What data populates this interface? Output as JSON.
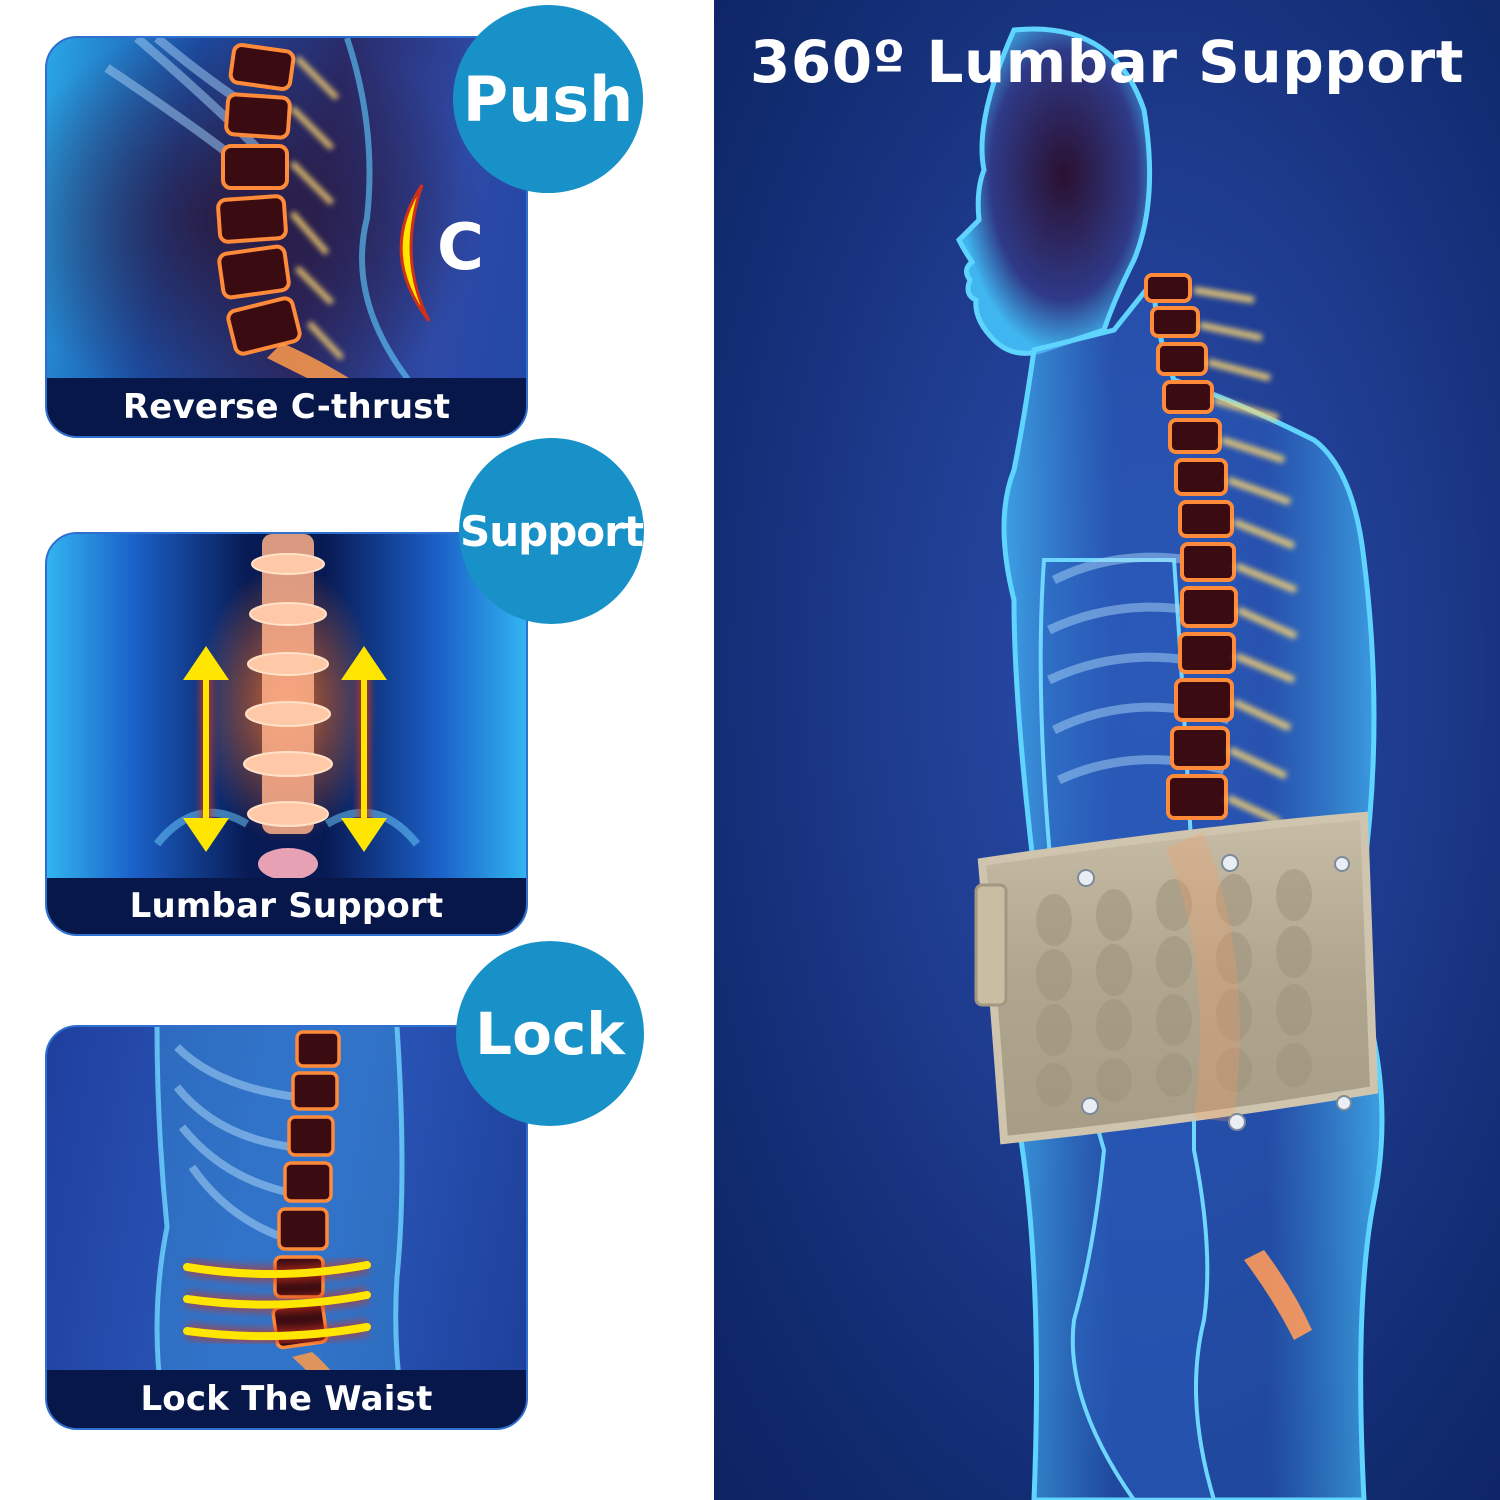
{
  "features": [
    {
      "bubble": "Push",
      "caption": "Reverse C-thrust",
      "glyph": "C",
      "icon": "crescent-arc-icon"
    },
    {
      "bubble": "Support",
      "caption": "Lumbar Support",
      "icon": "double-arrow-vertical-icon"
    },
    {
      "bubble": "Lock",
      "caption": "Lock The Waist",
      "icon": "compression-bands-icon"
    }
  ],
  "hero": {
    "title": "360º Lumbar Support",
    "illustration": "human-figure-with-lumbar-belt"
  },
  "colors": {
    "bubble": "#1891c8",
    "caption_bar": "#07174a",
    "hero_bg": "#1d3a8c",
    "highlight_yellow": "#ffe600",
    "glow_red": "#d0301a",
    "belt": "#b8ad98",
    "spine_orange": "#f08a3a"
  }
}
